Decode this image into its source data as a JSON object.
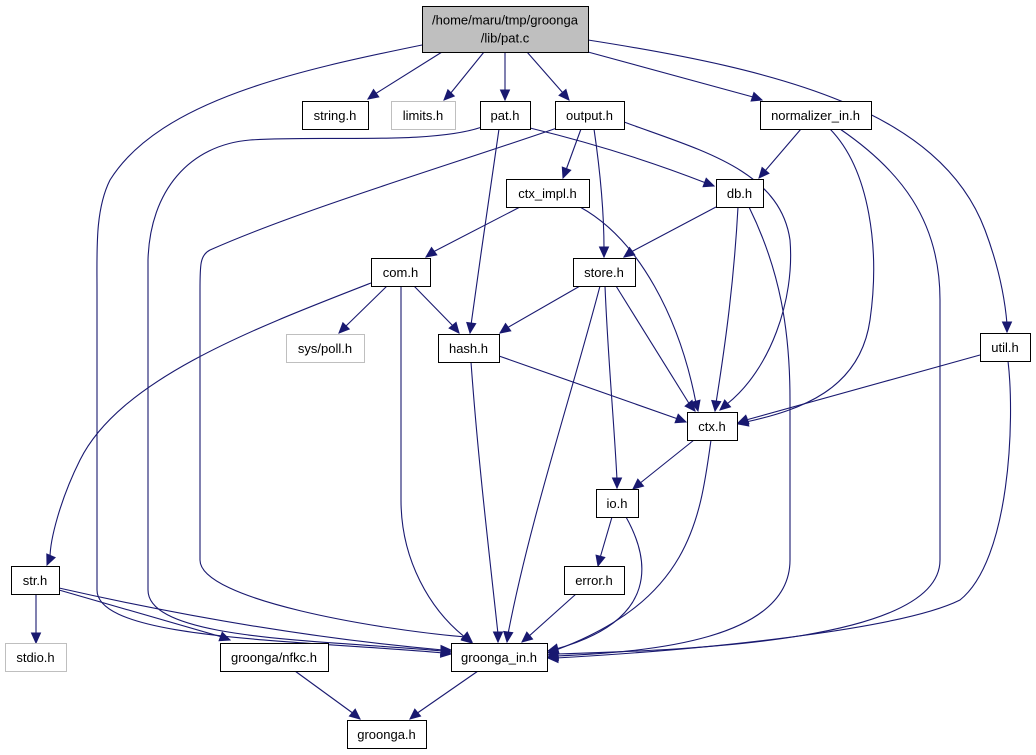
{
  "title": "Include dependency graph for pat.c",
  "colors": {
    "edge": "#191970",
    "root_fill": "#bfbfbf",
    "node_border": "#000000",
    "external_border": "#bfbfbf",
    "background": "#ffffff"
  },
  "nodes": {
    "pat_c": {
      "label_lines": [
        "/home/maru/tmp/groonga",
        "/lib/pat.c"
      ],
      "kind": "root"
    },
    "string_h": {
      "label": "string.h",
      "kind": "documented"
    },
    "limits_h": {
      "label": "limits.h",
      "kind": "external"
    },
    "pat_h": {
      "label": "pat.h",
      "kind": "documented"
    },
    "output_h": {
      "label": "output.h",
      "kind": "documented"
    },
    "normalizer_in_h": {
      "label": "normalizer_in.h",
      "kind": "documented"
    },
    "db_h": {
      "label": "db.h",
      "kind": "documented"
    },
    "ctx_impl_h": {
      "label": "ctx_impl.h",
      "kind": "documented"
    },
    "com_h": {
      "label": "com.h",
      "kind": "documented"
    },
    "store_h": {
      "label": "store.h",
      "kind": "documented"
    },
    "sys_poll_h": {
      "label": "sys/poll.h",
      "kind": "external"
    },
    "hash_h": {
      "label": "hash.h",
      "kind": "documented"
    },
    "util_h": {
      "label": "util.h",
      "kind": "documented"
    },
    "ctx_h": {
      "label": "ctx.h",
      "kind": "documented"
    },
    "io_h": {
      "label": "io.h",
      "kind": "documented"
    },
    "str_h": {
      "label": "str.h",
      "kind": "documented"
    },
    "error_h": {
      "label": "error.h",
      "kind": "documented"
    },
    "stdio_h": {
      "label": "stdio.h",
      "kind": "external"
    },
    "groonga_nfkc_h": {
      "label": "groonga/nfkc.h",
      "kind": "documented"
    },
    "groonga_in_h": {
      "label": "groonga_in.h",
      "kind": "documented"
    },
    "groonga_h": {
      "label": "groonga.h",
      "kind": "documented"
    }
  },
  "edges": [
    [
      "pat_c",
      "string_h"
    ],
    [
      "pat_c",
      "limits_h"
    ],
    [
      "pat_c",
      "pat_h"
    ],
    [
      "pat_c",
      "output_h"
    ],
    [
      "pat_c",
      "normalizer_in_h"
    ],
    [
      "pat_c",
      "util_h"
    ],
    [
      "pat_c",
      "groonga_in_h"
    ],
    [
      "pat_h",
      "db_h"
    ],
    [
      "pat_h",
      "hash_h"
    ],
    [
      "pat_h",
      "groonga_in_h"
    ],
    [
      "output_h",
      "ctx_impl_h"
    ],
    [
      "output_h",
      "store_h"
    ],
    [
      "output_h",
      "ctx_h"
    ],
    [
      "output_h",
      "groonga_in_h"
    ],
    [
      "normalizer_in_h",
      "db_h"
    ],
    [
      "normalizer_in_h",
      "ctx_h"
    ],
    [
      "normalizer_in_h",
      "groonga_in_h"
    ],
    [
      "db_h",
      "store_h"
    ],
    [
      "db_h",
      "ctx_h"
    ],
    [
      "db_h",
      "groonga_in_h"
    ],
    [
      "ctx_impl_h",
      "com_h"
    ],
    [
      "ctx_impl_h",
      "ctx_h"
    ],
    [
      "com_h",
      "sys_poll_h"
    ],
    [
      "com_h",
      "hash_h"
    ],
    [
      "com_h",
      "str_h"
    ],
    [
      "com_h",
      "groonga_in_h"
    ],
    [
      "store_h",
      "hash_h"
    ],
    [
      "store_h",
      "ctx_h"
    ],
    [
      "store_h",
      "io_h"
    ],
    [
      "store_h",
      "groonga_in_h"
    ],
    [
      "hash_h",
      "ctx_h"
    ],
    [
      "hash_h",
      "groonga_in_h"
    ],
    [
      "util_h",
      "ctx_h"
    ],
    [
      "util_h",
      "groonga_in_h"
    ],
    [
      "ctx_h",
      "io_h"
    ],
    [
      "ctx_h",
      "groonga_in_h"
    ],
    [
      "io_h",
      "error_h"
    ],
    [
      "io_h",
      "groonga_in_h"
    ],
    [
      "error_h",
      "groonga_in_h"
    ],
    [
      "str_h",
      "stdio_h"
    ],
    [
      "str_h",
      "groonga_nfkc_h"
    ],
    [
      "str_h",
      "groonga_in_h"
    ],
    [
      "groonga_nfkc_h",
      "groonga_h"
    ],
    [
      "groonga_in_h",
      "groonga_h"
    ]
  ]
}
